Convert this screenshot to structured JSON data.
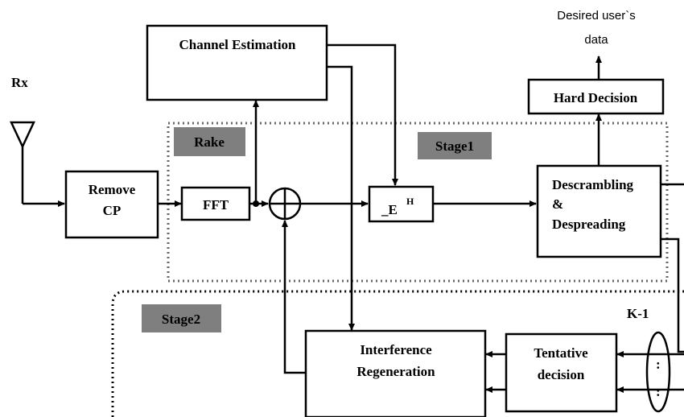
{
  "labels": {
    "rx": "Rx",
    "desired_line1": "Desired user`s",
    "desired_line2": "data",
    "channel_estimation": "Channel  Estimation",
    "hard_decision": "Hard Decision",
    "rake": "Rake",
    "stage1": "Stage1",
    "stage2": "Stage2",
    "remove_cp_line1": "Remove",
    "remove_cp_line2": "CP",
    "fft": "FFT",
    "eh_base": "_E",
    "eh_sup": "H",
    "descr_line1": "Descrambling",
    "descr_line2": "&",
    "descr_line3": "Despreading",
    "k1": "K-1",
    "interf_line1": "Interference",
    "interf_line2": "Regeneration",
    "tent_line1": "Tentative",
    "tent_line2": "decision",
    "dots": ":"
  },
  "colors": {
    "tag_fill": "#7f7f7f",
    "line": "#000000"
  }
}
